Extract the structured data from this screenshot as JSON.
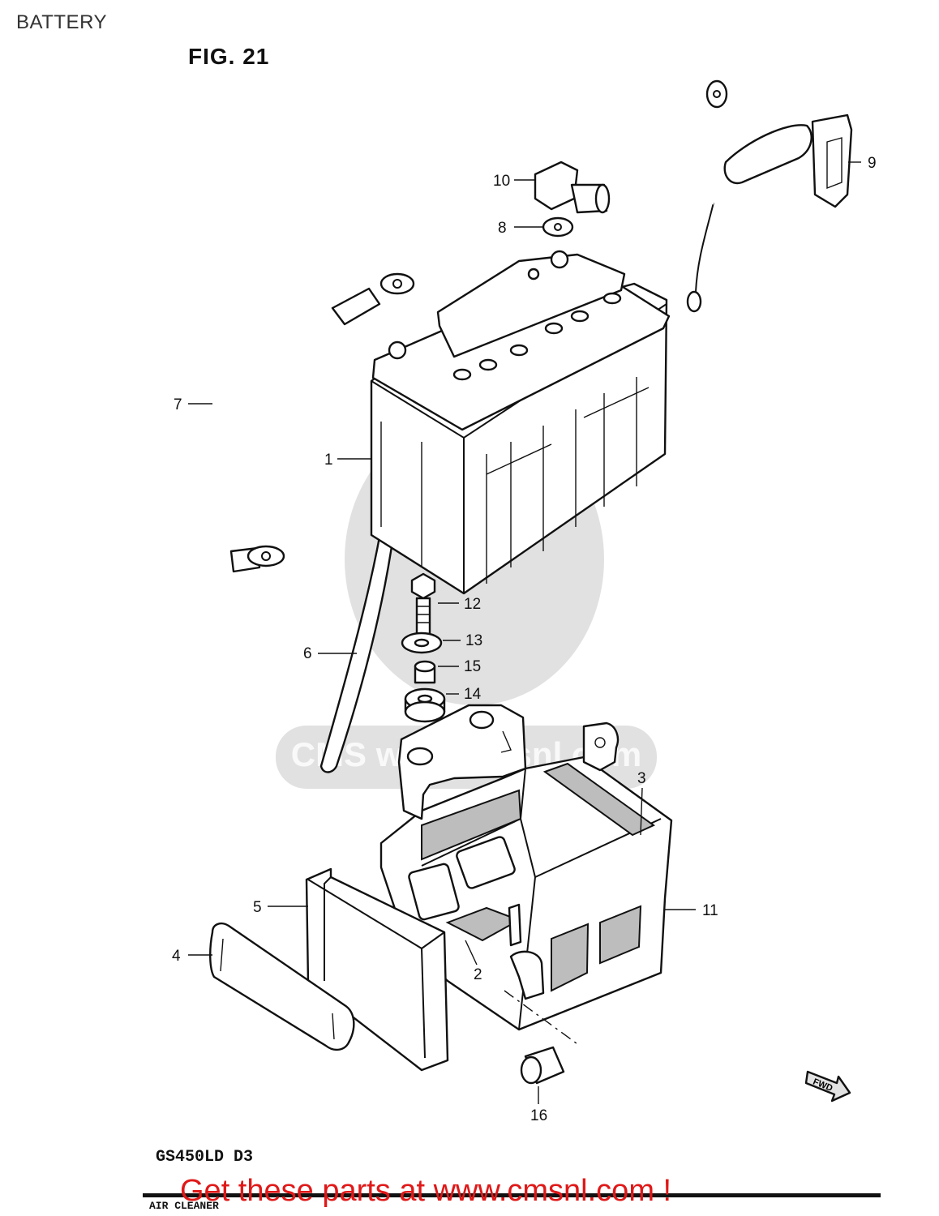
{
  "page": {
    "title": "BATTERY",
    "figure_label": "FIG. 21",
    "model_code": "GS450LD D3",
    "bottom_ref": "AIR CLEANER",
    "promo_link": "Get these parts at www.cmsnl.com !",
    "watermark": "CMS www.cmsnl.com"
  },
  "callouts": [
    {
      "id": "1",
      "label": "1"
    },
    {
      "id": "2",
      "label": "2"
    },
    {
      "id": "3",
      "label": "3"
    },
    {
      "id": "4",
      "label": "4"
    },
    {
      "id": "5",
      "label": "5"
    },
    {
      "id": "6",
      "label": "6"
    },
    {
      "id": "7",
      "label": "7"
    },
    {
      "id": "8",
      "label": "8"
    },
    {
      "id": "9",
      "label": "9"
    },
    {
      "id": "10",
      "label": "10"
    },
    {
      "id": "11",
      "label": "11"
    },
    {
      "id": "12",
      "label": "12"
    },
    {
      "id": "13",
      "label": "13"
    },
    {
      "id": "14",
      "label": "14"
    },
    {
      "id": "15",
      "label": "15"
    },
    {
      "id": "16",
      "label": "16"
    }
  ],
  "fwd_arrow_label": "FWD"
}
